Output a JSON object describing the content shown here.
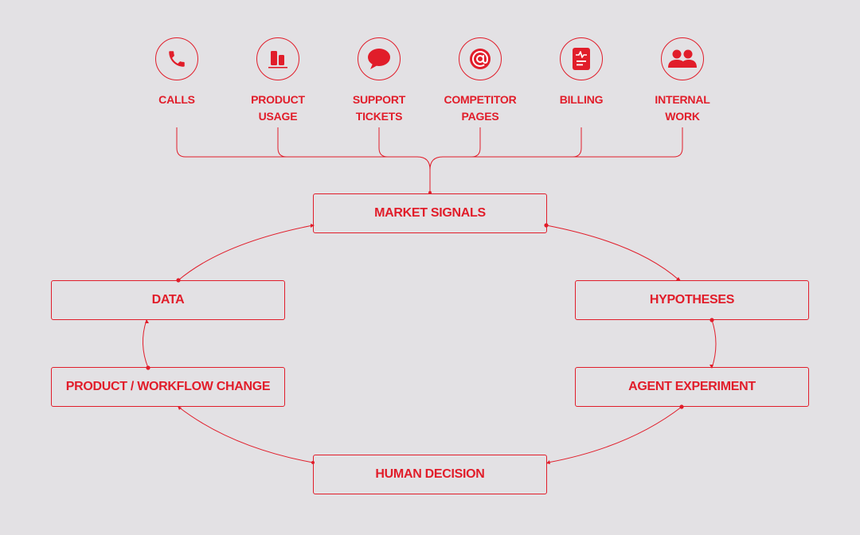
{
  "colors": {
    "background": "#e3e1e4",
    "accent": "#e11d2a"
  },
  "sources": [
    {
      "icon": "phone-icon",
      "label_lines": [
        "CALLS"
      ]
    },
    {
      "icon": "bar-chart-icon",
      "label_lines": [
        "PRODUCT",
        "USAGE"
      ]
    },
    {
      "icon": "chat-bubble-icon",
      "label_lines": [
        "SUPPORT",
        "TICKETS"
      ]
    },
    {
      "icon": "at-sign-icon",
      "label_lines": [
        "COMPETITOR",
        "PAGES"
      ]
    },
    {
      "icon": "invoice-icon",
      "label_lines": [
        "BILLING"
      ]
    },
    {
      "icon": "users-icon",
      "label_lines": [
        "INTERNAL",
        "WORK"
      ]
    }
  ],
  "nodes": {
    "market_signals": "MARKET SIGNALS",
    "hypotheses": "HYPOTHESES",
    "agent_experiment": "AGENT EXPERIMENT",
    "human_decision": "HUMAN DECISION",
    "product_change": "PRODUCT / WORKFLOW CHANGE",
    "data": "DATA"
  }
}
